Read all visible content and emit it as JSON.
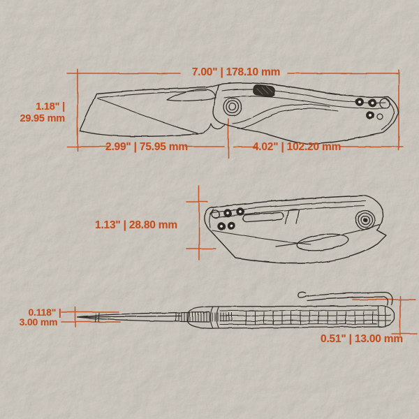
{
  "colors": {
    "accent": "#c54d1e",
    "ink": "#2d2a26",
    "paper": "#e8e5e0"
  },
  "dimensions": {
    "open_view": {
      "overall_length": "7.00\" | 178.10 mm",
      "blade_height_line1": "1.18\" |",
      "blade_height_line2": "29.95 mm",
      "blade_length": "2.99\" | 75.95 mm",
      "handle_length": "4.02\" | 102.20 mm"
    },
    "closed_view": {
      "closed_height": "1.13\" | 28.80 mm"
    },
    "spine_view": {
      "blade_thickness_line1": "0.118\" |",
      "blade_thickness_line2": "3.00 mm",
      "handle_thickness": "0.51\" | 13.00 mm"
    }
  }
}
